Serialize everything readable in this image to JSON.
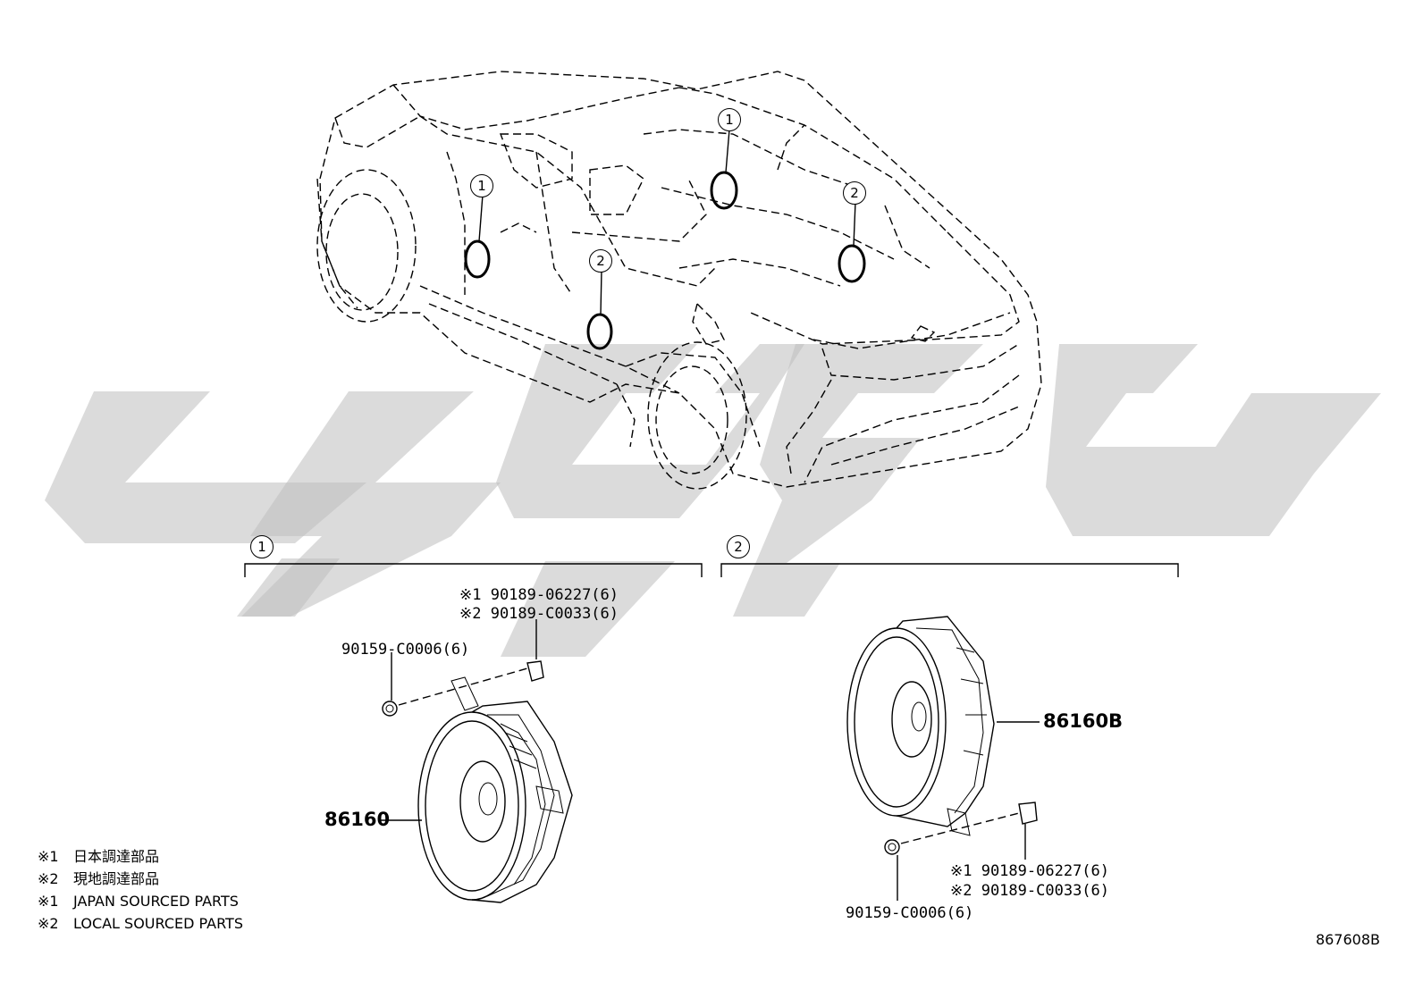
{
  "callouts": {
    "one": "1",
    "two": "2"
  },
  "group1": {
    "marker": "1",
    "bolt_part": "90159-C0006(6)",
    "nut_part_jp": "※1 90189-06227(6)",
    "nut_part_local": "※2 90189-C0033(6)",
    "speaker_part": "86160"
  },
  "group2": {
    "marker": "2",
    "speaker_part": "86160B",
    "nut_part_jp": "※1 90189-06227(6)",
    "nut_part_local": "※2 90189-C0033(6)",
    "bolt_part": "90159-C0006(6)"
  },
  "notes": [
    {
      "mark": "※1",
      "text": "日本調達部品"
    },
    {
      "mark": "※2",
      "text": "現地調達部品"
    },
    {
      "mark": "※1",
      "text": "JAPAN SOURCED PARTS"
    },
    {
      "mark": "※2",
      "text": "LOCAL SOURCED PARTS"
    }
  ],
  "diagram_ref": "867608B",
  "colors": {
    "line": "#000000",
    "watermark": "#bdbdbd",
    "background": "#ffffff"
  }
}
